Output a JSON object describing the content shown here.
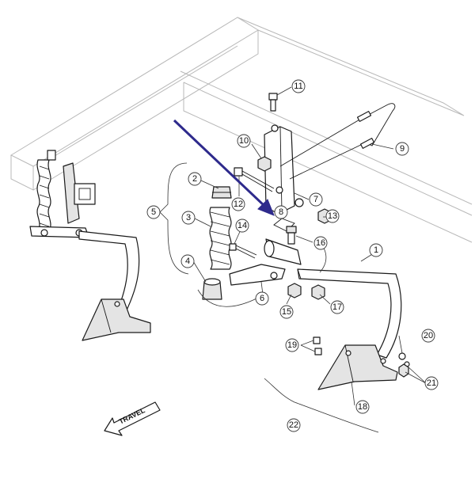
{
  "diagram": {
    "callouts": [
      {
        "id": "1",
        "label": "1"
      },
      {
        "id": "2",
        "label": "2"
      },
      {
        "id": "3",
        "label": "3"
      },
      {
        "id": "4",
        "label": "4"
      },
      {
        "id": "5",
        "label": "5"
      },
      {
        "id": "6",
        "label": "6"
      },
      {
        "id": "7",
        "label": "7"
      },
      {
        "id": "8",
        "label": "8"
      },
      {
        "id": "9",
        "label": "9"
      },
      {
        "id": "10",
        "label": "10"
      },
      {
        "id": "11",
        "label": "11"
      },
      {
        "id": "12",
        "label": "12"
      },
      {
        "id": "13",
        "label": "13"
      },
      {
        "id": "14",
        "label": "14"
      },
      {
        "id": "15",
        "label": "15"
      },
      {
        "id": "16",
        "label": "16"
      },
      {
        "id": "17",
        "label": "17"
      },
      {
        "id": "18",
        "label": "18"
      },
      {
        "id": "19",
        "label": "19"
      },
      {
        "id": "20",
        "label": "20"
      },
      {
        "id": "21",
        "label": "21"
      },
      {
        "id": "22",
        "label": "22"
      }
    ],
    "travel_label": "TRAVEL",
    "colors": {
      "line": "#1a1a1a",
      "frame": "#b8b8b8",
      "pointer_arrow": "#2e2a8c"
    }
  }
}
